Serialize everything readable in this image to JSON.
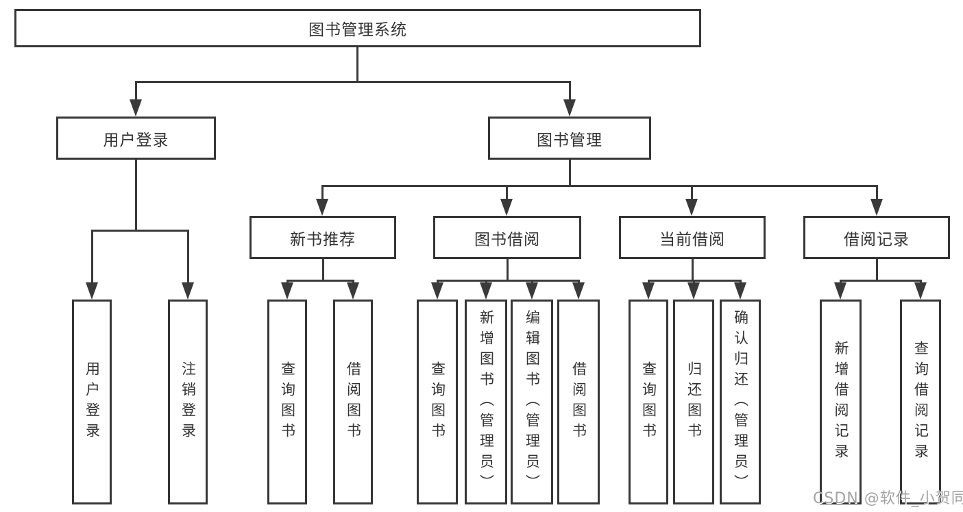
{
  "colors": {
    "line": "#3a3a3a",
    "box_border": "#363636",
    "box_fill": "#ffffff",
    "text": "#333333",
    "watermark_text": "#a3a3a3",
    "background": "#ffffff"
  },
  "watermark": {
    "text": "CSDN @软件_小贺同学"
  },
  "tree": {
    "root": {
      "label": "图书管理系统",
      "children": [
        {
          "label": "用户登录",
          "children": [
            {
              "label": "用户登录"
            },
            {
              "label": "注销登录"
            }
          ]
        },
        {
          "label": "图书管理",
          "children": [
            {
              "label": "新书推荐",
              "children": [
                {
                  "label": "查询图书"
                },
                {
                  "label": "借阅图书"
                }
              ]
            },
            {
              "label": "图书借阅",
              "children": [
                {
                  "label": "查询图书"
                },
                {
                  "label": "新增图书（管理员）"
                },
                {
                  "label": "编辑图书（管理员）"
                },
                {
                  "label": "借阅图书"
                }
              ]
            },
            {
              "label": "当前借阅",
              "children": [
                {
                  "label": "查询图书"
                },
                {
                  "label": "归还图书"
                },
                {
                  "label": "确认归还（管理员）"
                }
              ]
            },
            {
              "label": "借阅记录",
              "children": [
                {
                  "label": "新增借阅记录"
                },
                {
                  "label": "查询借阅记录"
                }
              ]
            }
          ]
        }
      ]
    }
  }
}
